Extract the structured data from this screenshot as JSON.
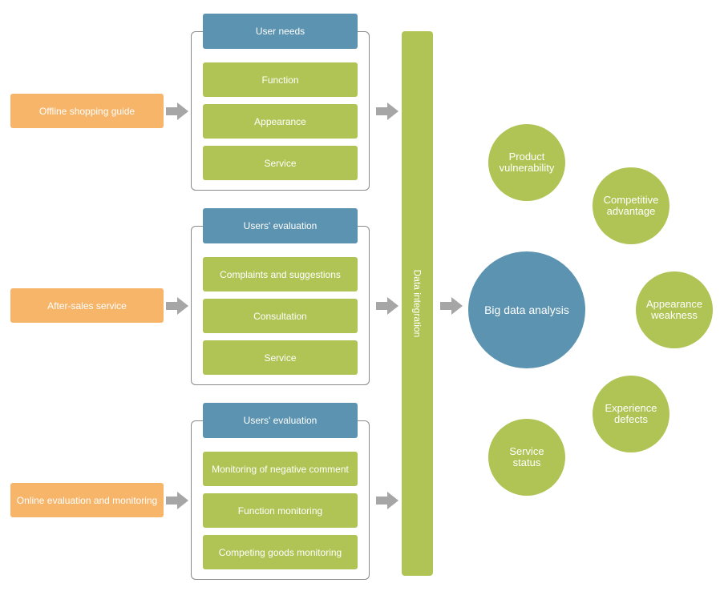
{
  "sources": [
    {
      "label": "Offline shopping guide"
    },
    {
      "label": "After-sales service"
    },
    {
      "label": "Online evaluation and monitoring"
    }
  ],
  "groups": [
    {
      "header": "User needs",
      "items": [
        "Function",
        "Appearance",
        "Service"
      ]
    },
    {
      "header": "Users' evaluation",
      "items": [
        "Complaints and suggestions",
        "Consultation",
        "Service"
      ]
    },
    {
      "header": "Users' evaluation",
      "items": [
        "Monitoring of negative comment",
        "Function monitoring",
        "Competing goods monitoring"
      ]
    }
  ],
  "integration": {
    "label": "Data integration"
  },
  "center": {
    "label": "Big data analysis"
  },
  "outcomes": [
    {
      "line1": "Product",
      "line2": "vulnerability"
    },
    {
      "line1": "Competitive",
      "line2": "advantage"
    },
    {
      "line1": "Appearance",
      "line2": "weakness"
    },
    {
      "line1": "Experience",
      "line2": "defects"
    },
    {
      "line1": "Service",
      "line2": "status"
    }
  ],
  "colors": {
    "source": "#f7b56a",
    "header": "#5b93b0",
    "item": "#afc454",
    "arrow": "#a6a6a6",
    "border": "#8a8a8a"
  }
}
